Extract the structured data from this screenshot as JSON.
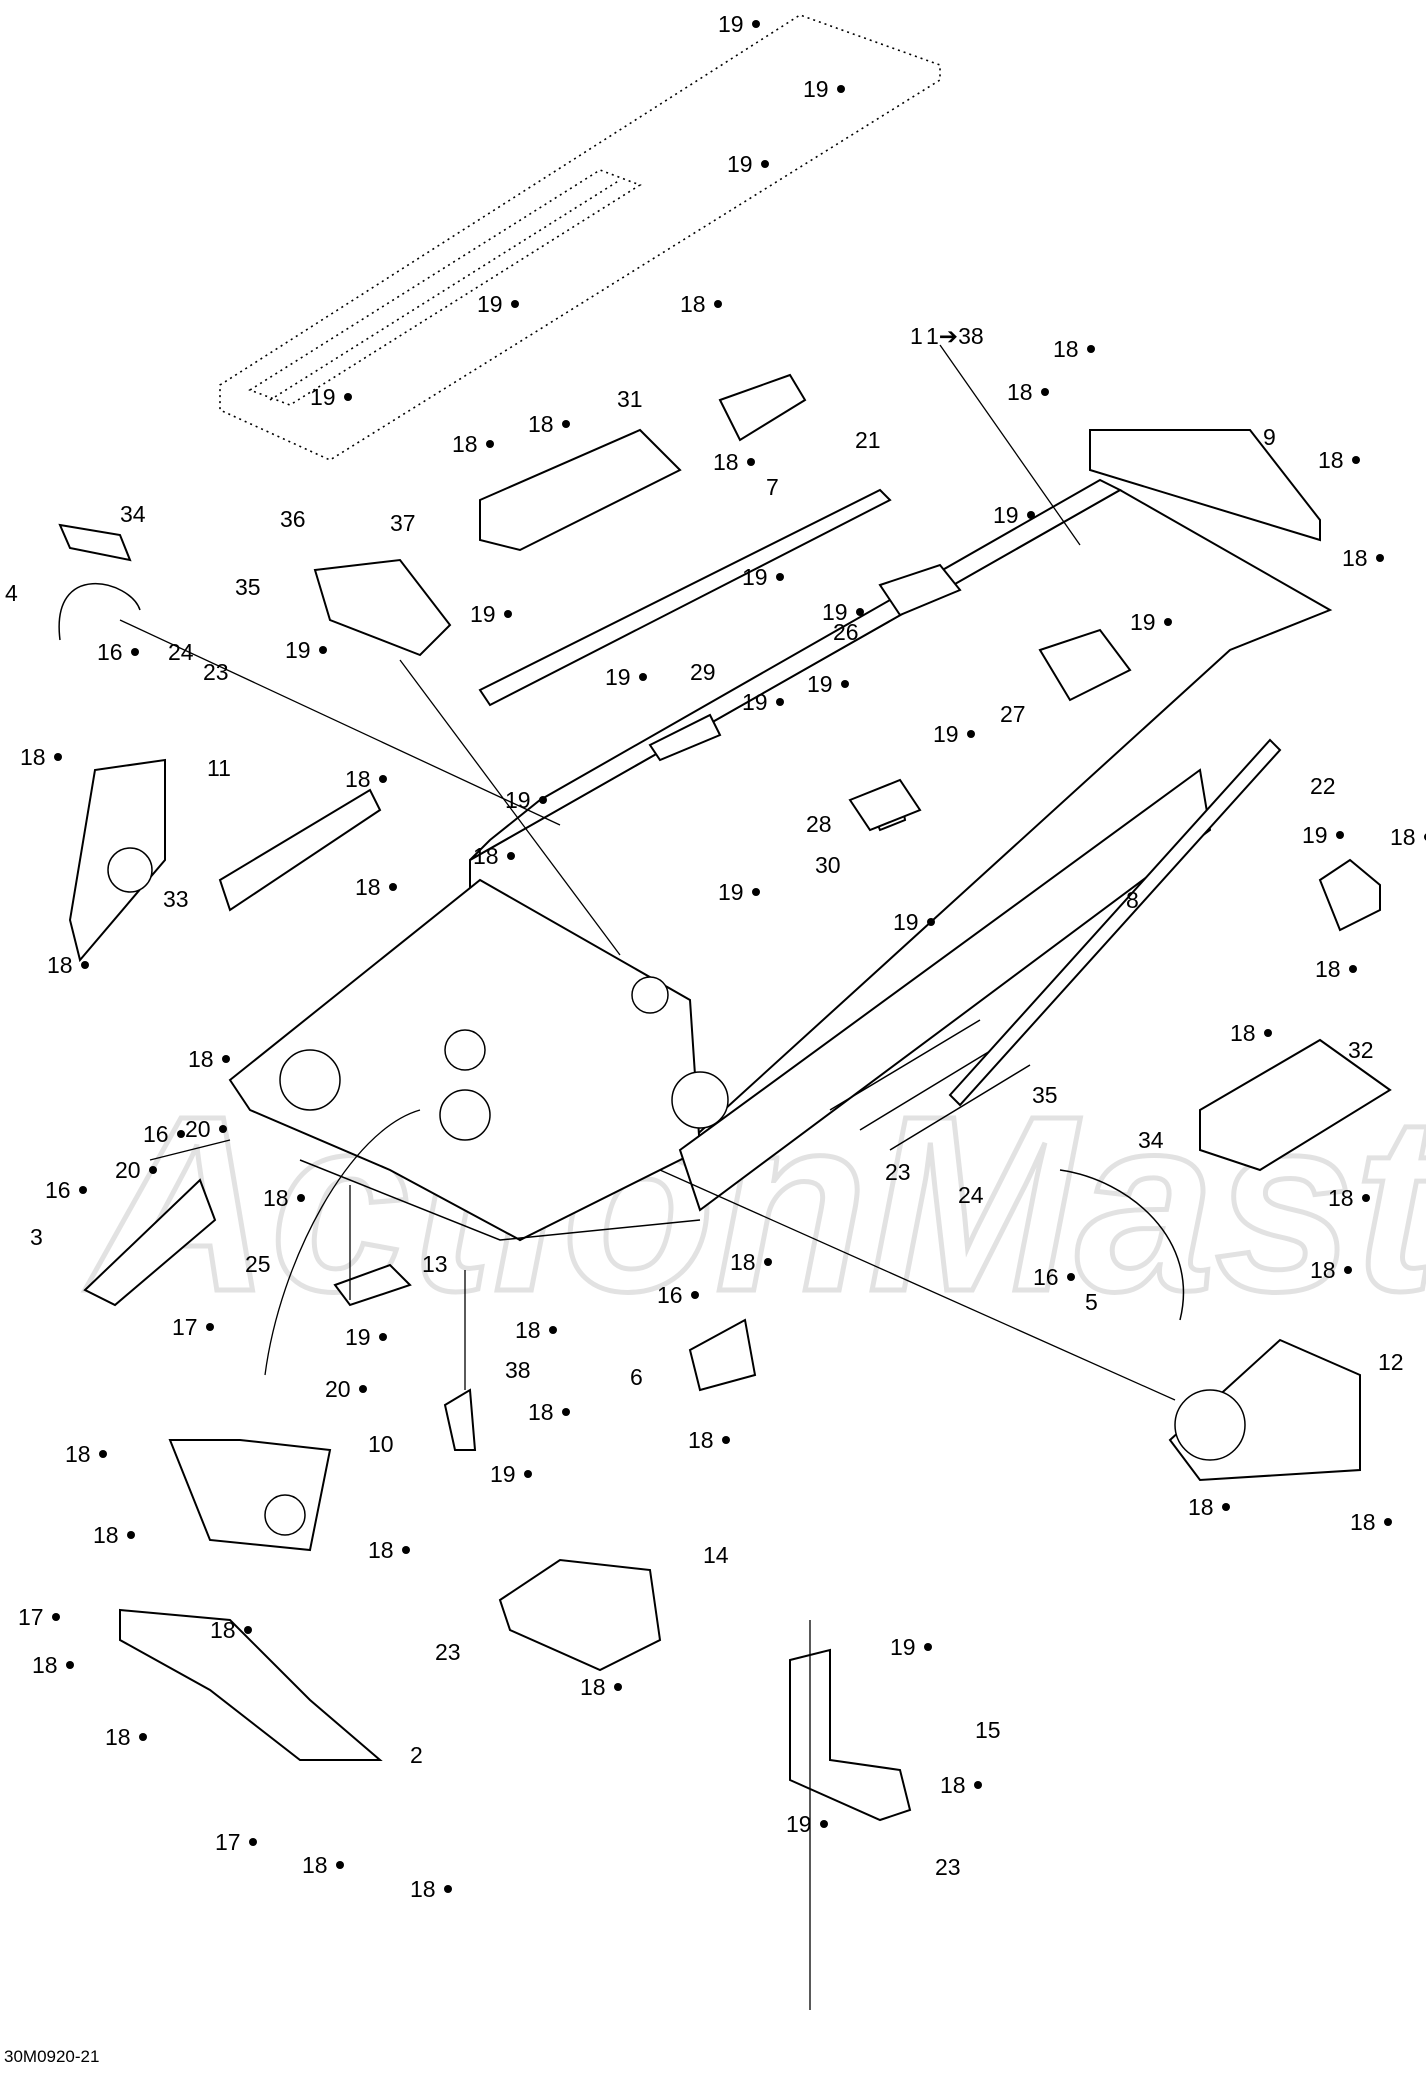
{
  "diagram": {
    "drawing_code": "30M0920-21",
    "watermark": "ActionMaster",
    "range_label": "1➔38",
    "callouts": [
      "1",
      "2",
      "3",
      "4",
      "5",
      "6",
      "7",
      "8",
      "9",
      "10",
      "11",
      "12",
      "13",
      "14",
      "15",
      "16",
      "17",
      "18",
      "19",
      "20",
      "21",
      "22",
      "23",
      "24",
      "25",
      "26",
      "27",
      "28",
      "29",
      "30",
      "31",
      "32",
      "33",
      "34",
      "35",
      "36",
      "37",
      "38"
    ]
  }
}
